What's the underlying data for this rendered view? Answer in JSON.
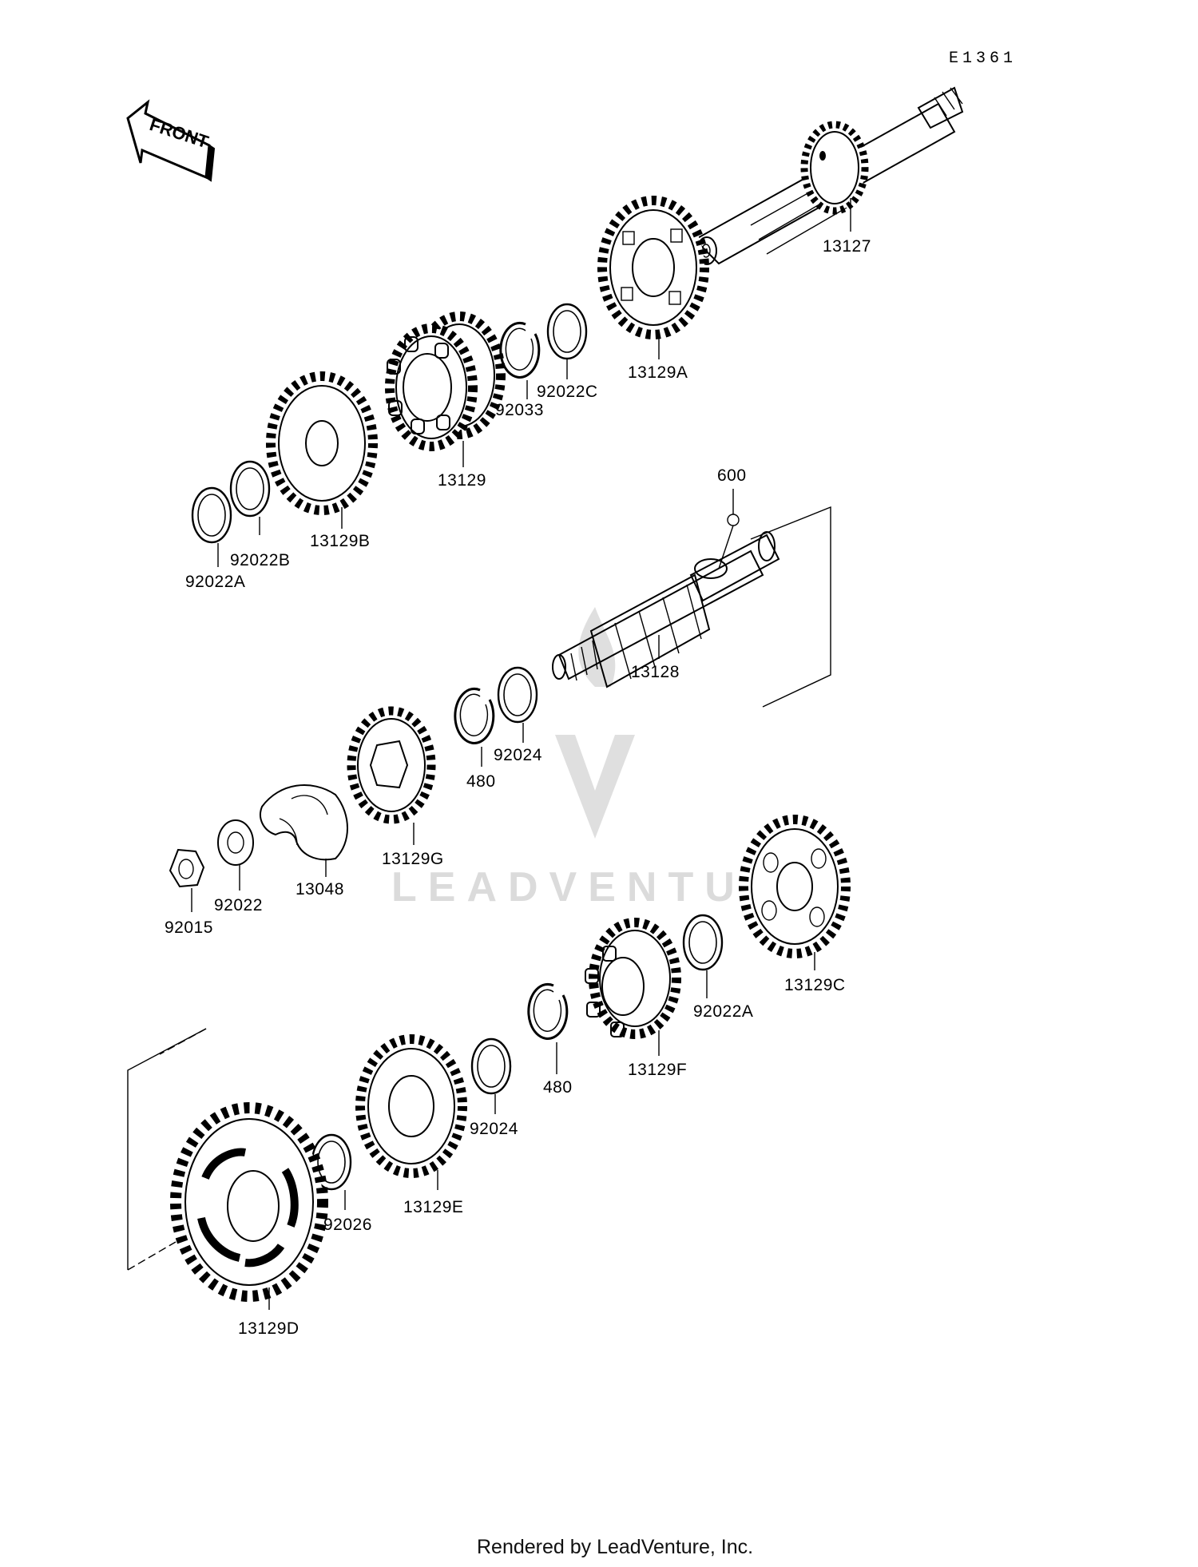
{
  "diagram_code": "E1361",
  "front_label": "FRONT",
  "watermark": "LEADVENTURE",
  "footer": "Rendered by LeadVenture, Inc.",
  "parts": [
    {
      "id": "13127",
      "label": "13127"
    },
    {
      "id": "13129A",
      "label": "13129A"
    },
    {
      "id": "92022C",
      "label": "92022C"
    },
    {
      "id": "92033",
      "label": "92033"
    },
    {
      "id": "13129",
      "label": "13129"
    },
    {
      "id": "13129B",
      "label": "13129B"
    },
    {
      "id": "92022B",
      "label": "92022B"
    },
    {
      "id": "92022A",
      "label": "92022A"
    },
    {
      "id": "600",
      "label": "600"
    },
    {
      "id": "13128",
      "label": "13128"
    },
    {
      "id": "92024",
      "label": "92024"
    },
    {
      "id": "480",
      "label": "480"
    },
    {
      "id": "13129G",
      "label": "13129G"
    },
    {
      "id": "13048",
      "label": "13048"
    },
    {
      "id": "92022",
      "label": "92022"
    },
    {
      "id": "92015",
      "label": "92015"
    },
    {
      "id": "13129C",
      "label": "13129C"
    },
    {
      "id": "92022A_2",
      "label": "92022A"
    },
    {
      "id": "13129F",
      "label": "13129F"
    },
    {
      "id": "480_2",
      "label": "480"
    },
    {
      "id": "92024_2",
      "label": "92024"
    },
    {
      "id": "13129E",
      "label": "13129E"
    },
    {
      "id": "92026",
      "label": "92026"
    },
    {
      "id": "13129D",
      "label": "13129D"
    }
  ]
}
